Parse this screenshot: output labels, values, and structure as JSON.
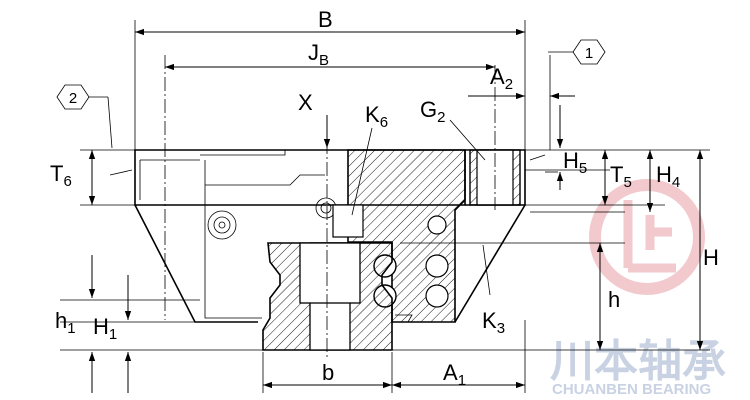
{
  "labels": {
    "B": "B",
    "JB_main": "J",
    "JB_sub": "B",
    "A2_main": "A",
    "A2_sub": "2",
    "X": "X",
    "K6_main": "K",
    "K6_sub": "6",
    "G2_main": "G",
    "G2_sub": "2",
    "T6_main": "T",
    "T6_sub": "6",
    "H5_main": "H",
    "H5_sub": "5",
    "T5_main": "T",
    "T5_sub": "5",
    "H4_main": "H",
    "H4_sub": "4",
    "H": "H",
    "h": "h",
    "K3_main": "K",
    "K3_sub": "3",
    "h1_main": "h",
    "h1_sub": "1",
    "H1_main": "H",
    "H1_sub": "1",
    "b": "b",
    "A1_main": "A",
    "A1_sub": "1",
    "callout_1": "1",
    "callout_2": "2"
  },
  "watermark": {
    "cn_text": "川本轴承",
    "en_text": "CHUANBEN BEARING",
    "logo_color": "#e9a0a6",
    "text_color": "#c9d2e3"
  },
  "colors": {
    "line": "#000000",
    "background": "#ffffff"
  }
}
